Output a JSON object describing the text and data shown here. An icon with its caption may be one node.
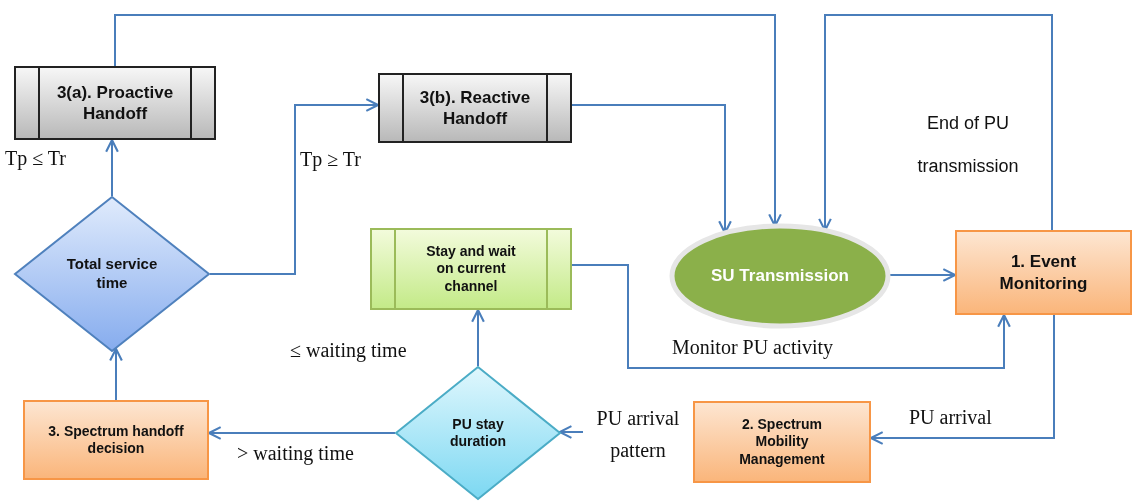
{
  "diagram": {
    "nodes": [
      {
        "text": [
          "3(a). Proactive Handoff"
        ]
      },
      {
        "text": [
          "3(b). Reactive Handoff"
        ]
      },
      {
        "text": [
          "Total service time"
        ]
      },
      {
        "text": [
          "Stay and wait on current channel"
        ]
      },
      {
        "text": [
          "SU Transmission"
        ]
      },
      {
        "text": [
          "1. Event Monitoring"
        ]
      },
      {
        "text": [
          "3. Spectrum handoff decision"
        ]
      },
      {
        "text": [
          "PU stay duration"
        ]
      },
      {
        "text": [
          "2. Spectrum Mobility Management"
        ]
      }
    ],
    "edges": [
      {
        "from": 0,
        "to": 4,
        "arrow": "to"
      },
      {
        "from": 1,
        "to": 4,
        "arrow": "to"
      },
      {
        "from": 5,
        "to": 4,
        "arrow": "to",
        "label": "End of PU transmission"
      },
      {
        "from": 4,
        "to": 5,
        "arrow": "to"
      },
      {
        "from": 3,
        "to": 5,
        "arrow": "to",
        "label": "Monitor PU activity"
      },
      {
        "from": 5,
        "to": 8,
        "arrow": "to",
        "label": "PU arrival"
      },
      {
        "from": 8,
        "to": 7,
        "arrow": "to",
        "label": "PU arrival pattern"
      },
      {
        "from": 7,
        "to": 6,
        "arrow": "to",
        "label": "> waiting time"
      },
      {
        "from": 7,
        "to": 3,
        "arrow": "to",
        "label": "≤  waiting time"
      },
      {
        "from": 6,
        "to": 2,
        "arrow": "to"
      },
      {
        "from": 2,
        "to": 0,
        "arrow": "to",
        "label": "Tp ≤ Tr"
      },
      {
        "from": 2,
        "to": 1,
        "arrow": "to",
        "label": "Tp ≥ Tr"
      }
    ]
  }
}
